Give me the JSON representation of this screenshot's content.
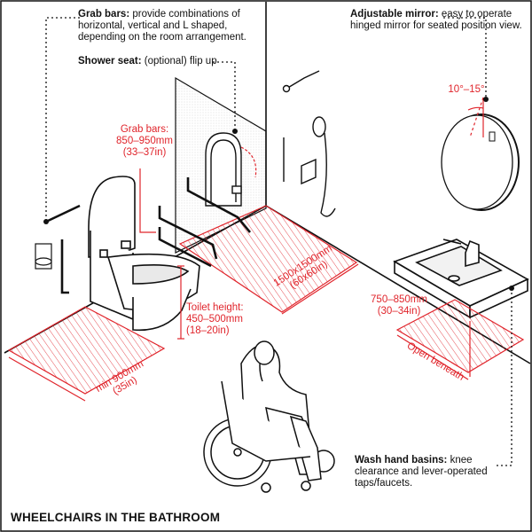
{
  "title": "WHEELCHAIRS IN THE BATHROOM",
  "notes": {
    "grab_bars": {
      "heading": "Grab bars:",
      "text": " provide combinations of horizontal, vertical and L shaped, depending on the room arrangement."
    },
    "shower_seat": {
      "heading": "Shower seat:",
      "text": " (optional) flip up"
    },
    "mirror": {
      "heading": "Adjustable mirror:",
      "text": " easy to operate hinged mirror for seated position view."
    },
    "basins": {
      "heading": "Wash hand basins:",
      "text": " knee clearance and lever-operated taps/faucets."
    }
  },
  "dimensions": {
    "grab_height_label": "Grab bars:",
    "grab_height_mm": "850–950mm",
    "grab_height_in": "(33–37in)",
    "toilet_label": "Toilet height:",
    "toilet_mm": "450–500mm",
    "toilet_in": "(18–20in)",
    "shower_mm": "1500x1500mm",
    "shower_in": "(60x60in)",
    "clear_mm": "min 900mm",
    "clear_in": "(35in)",
    "basin_mm": "750–850mm",
    "basin_in": "(30–34in)",
    "open_beneath": "Open beneath",
    "mirror_angle": "10°–15°"
  },
  "colors": {
    "accent": "#e0242b",
    "ink": "#111111"
  }
}
